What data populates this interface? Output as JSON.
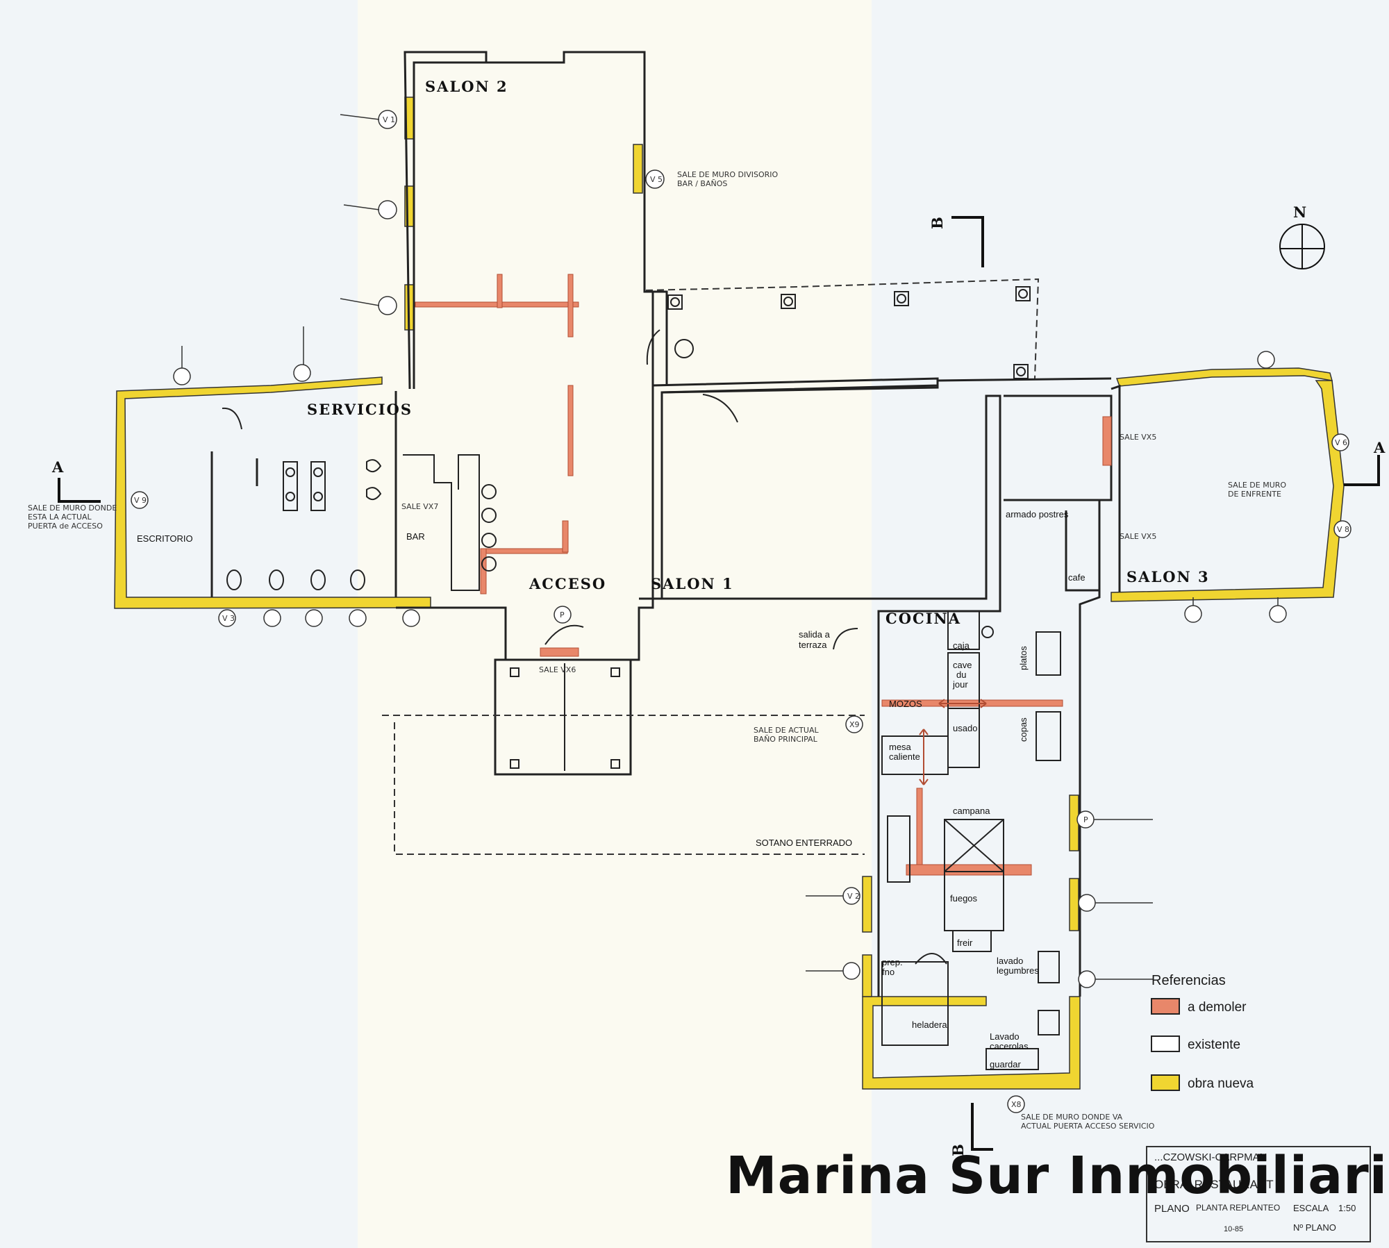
{
  "plan": {
    "rooms": {
      "salon2": "SALON 2",
      "servicios": "SERVICIOS",
      "escritorio": "ESCRITORIO",
      "bar": "BAR",
      "acceso": "ACCESO",
      "salon1": "SALON 1",
      "salon3": "SALON 3",
      "cocina": "COCINA"
    },
    "kitchen": {
      "armado_postres": "armado postres",
      "cafe": "cafe",
      "caja": "caja",
      "cave_du_jour": [
        "cave",
        "du",
        "jour"
      ],
      "platos": "platos",
      "mozos": "MOZOS",
      "usado": "usado",
      "copas": "copas",
      "mesa_caliente": [
        "mesa",
        "caliente"
      ],
      "campana": "campana",
      "fuegos": "fuegos",
      "freir": "freir",
      "prep_fno": [
        "prep.",
        "fno"
      ],
      "lavado_legumbres": [
        "lavado",
        "legumbres"
      ],
      "heladera": "heladera",
      "lavado_cacerolas": [
        "Lavado",
        "cacerolas"
      ],
      "guardar": "guardar"
    },
    "notes": {
      "muro_divisorio": [
        "SALE DE MURO DIVISORIO",
        "BAR / BAÑOS"
      ],
      "muro_acceso": [
        "SALE DE MURO DONDE",
        "ESTA LA ACTUAL",
        "PUERTA de ACCESO"
      ],
      "muro_enfrente": [
        "SALE DE MURO",
        "DE ENFRENTE"
      ],
      "sale_vx5_a": "SALE VX5",
      "sale_vx5_b": "SALE VX5",
      "sale_vx7": "SALE VX7",
      "sale_vx6": "SALE VX6",
      "salida_terraza": [
        "salida a",
        "terraza"
      ],
      "bano_principal": [
        "SALE DE ACTUAL",
        "BAÑO PRINCIPAL"
      ],
      "sotano": "SOTANO ENTERRADO",
      "servicio": [
        "SALE DE MURO DONDE VA",
        "ACTUAL PUERTA ACCESO SERVICIO"
      ]
    },
    "markers": {
      "section_a": "A",
      "section_b": "B",
      "north": "N",
      "window_v1": "V 1",
      "window_v2": "V 2",
      "window_v3": "V 3",
      "window_v5": "V 5",
      "window_v6": "V 6",
      "window_v8": "V 8",
      "window_v9": "V 9",
      "window_x9": "X9",
      "window_x8": "X8",
      "door_p": "P"
    }
  },
  "legend": {
    "title": "Referencias",
    "items": [
      {
        "label": "a demoler",
        "color": "#e8876a"
      },
      {
        "label": "existente",
        "color": "#ffffff"
      },
      {
        "label": "obra nueva",
        "color": "#f0d531"
      }
    ]
  },
  "titleblock": {
    "author": "...CZOWSKI-CARPMAN",
    "obra": "OBRA: RESTAURANT",
    "escala_label": "ESCALA",
    "escala_value": "1:50",
    "plano_label": "PLANO",
    "plano_value": "PLANTA REPLANTEO",
    "nplano_label": "Nº PLANO",
    "date": "10-85"
  },
  "watermark": "Marina Sur Inmobiliaria",
  "colors": {
    "wall": "#222222",
    "new_wall": "#f0d531",
    "demolish": "#e8876a",
    "paper": "#fbfaf1"
  }
}
